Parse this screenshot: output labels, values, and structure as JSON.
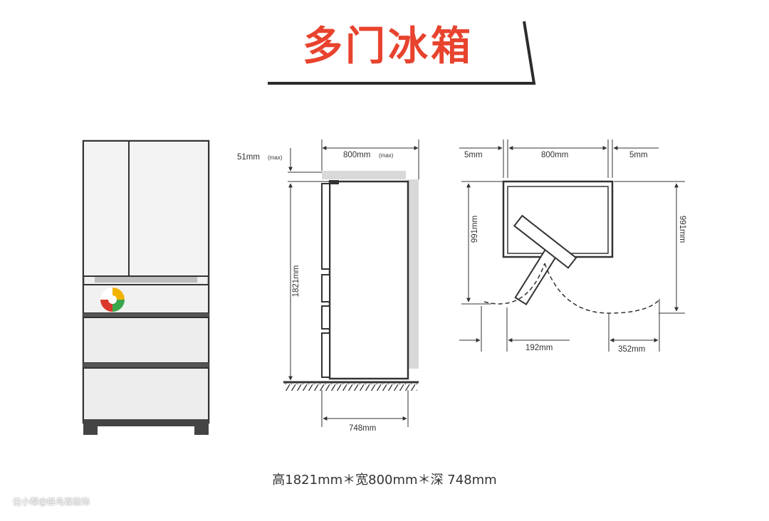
{
  "title": "多门冰箱",
  "colors": {
    "title_red": "#e8432e",
    "line": "#333333",
    "panel": "#efefef"
  },
  "labels": {
    "top_clearance": "51mm",
    "top_clearance_note": "(max)",
    "width_top": "800mm",
    "width_note": "(max)",
    "height": "1821mm",
    "depth": "748mm",
    "side_gap_left": "5mm",
    "plan_width": "800mm",
    "side_gap_right": "5mm",
    "plan_depth_left": "991mm",
    "plan_depth_right": "991mm",
    "door_swing_left": "192mm",
    "door_swing_right": "352mm"
  },
  "caption": "高1821mm＊宽800mm＊深 748mm",
  "watermark": "住小帮@蜂鸟现装饰"
}
